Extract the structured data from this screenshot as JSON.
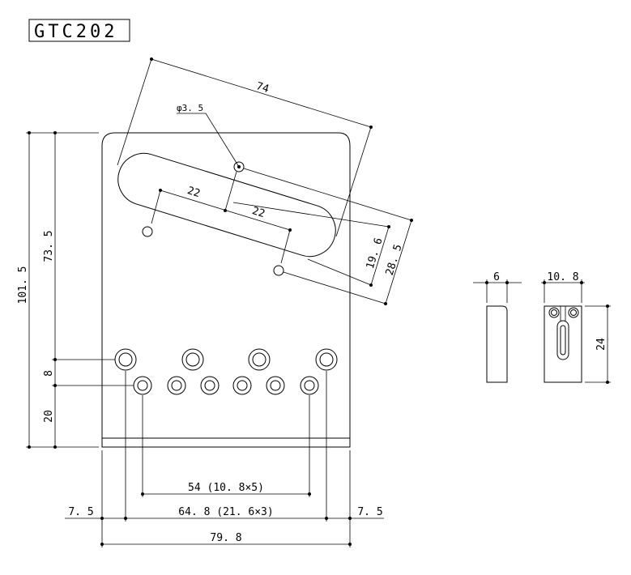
{
  "title": "GTC202",
  "dimensions": {
    "overall_height": "101. 5",
    "upper_height": "73. 5",
    "row_spacing": "8",
    "lower_height": "20",
    "slot_length": "74",
    "pivot_hole": "φ3. 5",
    "half_a": "22",
    "half_b": "22",
    "offset_a": "19. 6",
    "offset_b": "28. 5",
    "string_spacing": "54 (10. 8×5)",
    "saddle_spacing": "64. 8 (21. 6×3)",
    "edge_left": "7. 5",
    "edge_right": "7. 5",
    "overall_width": "79. 8",
    "saddle_side_width": "6",
    "saddle_front_width": "10. 8",
    "saddle_length": "24"
  }
}
